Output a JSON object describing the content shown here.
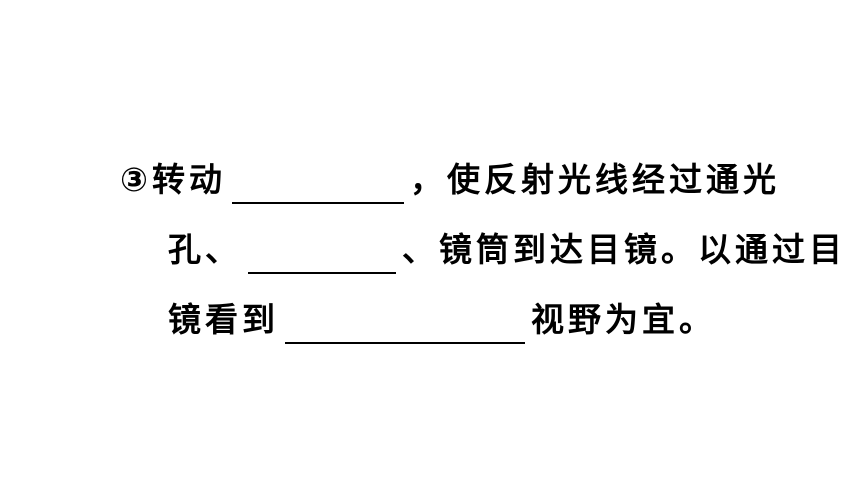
{
  "question": {
    "marker": "③",
    "line1": {
      "before": "转动",
      "after": "，使反射光线经过通光"
    },
    "line2": {
      "before": "孔、",
      "after": "、镜筒到达目镜。以通过目"
    },
    "line3": {
      "before": "镜看到",
      "after": "视野为宜。"
    }
  }
}
